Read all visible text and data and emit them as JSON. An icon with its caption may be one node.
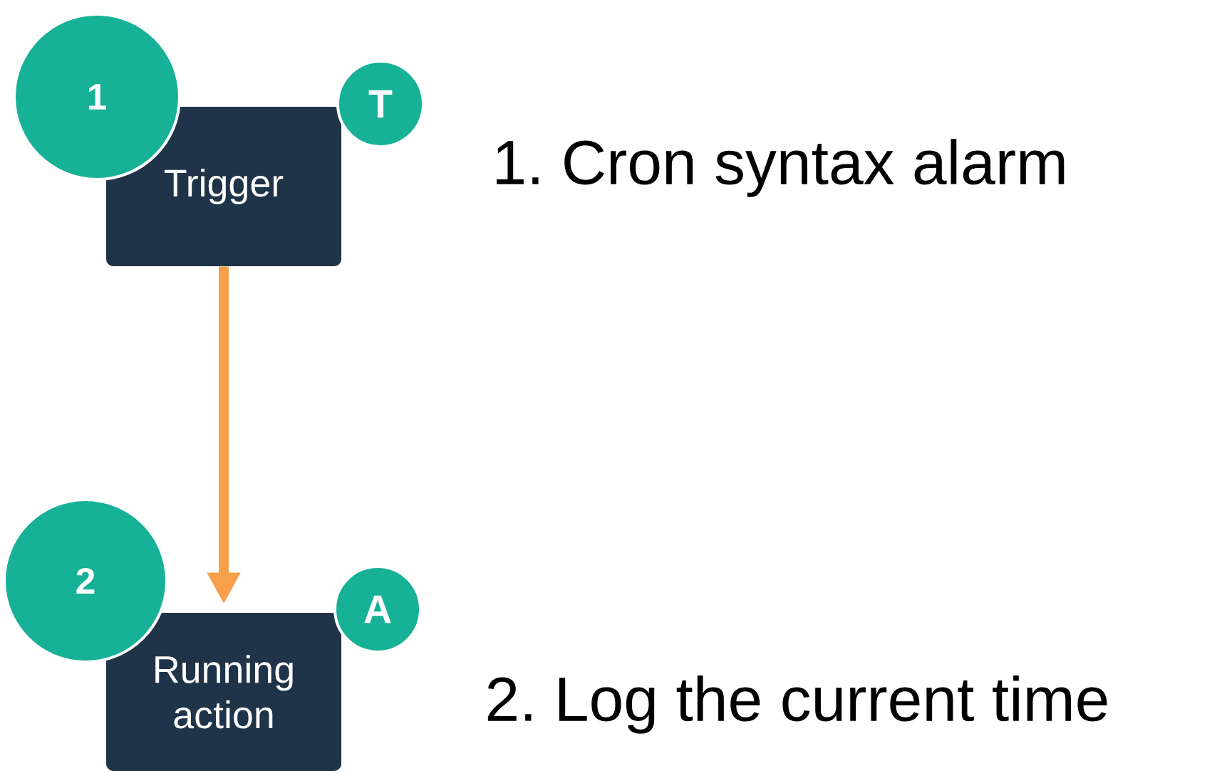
{
  "diagram": {
    "nodes": [
      {
        "text": [
          "1"
        ]
      },
      {
        "text": [
          "Trigger"
        ]
      },
      {
        "text": [
          "T"
        ]
      },
      {
        "text": [
          "2"
        ]
      },
      {
        "text": [
          "Running action"
        ]
      },
      {
        "text": [
          "A"
        ]
      }
    ],
    "edges": [
      {
        "from": 1,
        "to": 4,
        "arrow": "to",
        "color": "#f7a04b"
      }
    ],
    "labels": [
      "1. Cron syntax alarm",
      "2. Log the current time"
    ]
  }
}
